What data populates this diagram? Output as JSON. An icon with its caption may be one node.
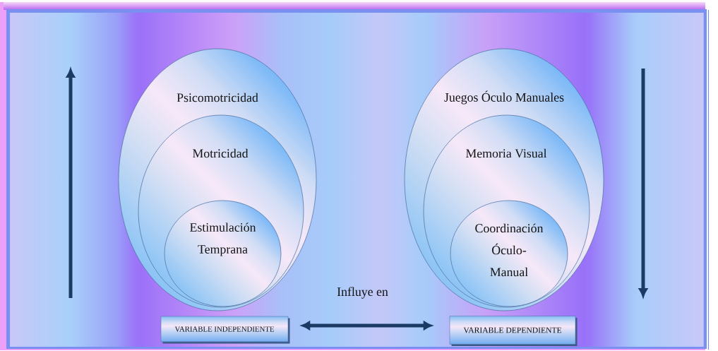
{
  "diagram": {
    "nodes": [
      {
        "text": [
          "Psicomotricidad"
        ]
      },
      {
        "text": [
          "Motricidad"
        ],
        "in": 0
      },
      {
        "text": [
          "Estimulación Temprana"
        ],
        "in": 1
      },
      {
        "text": [
          "Juegos Óculo Manuales"
        ]
      },
      {
        "text": [
          "Memoria Visual"
        ],
        "in": 3
      },
      {
        "text": [
          "Coordinación Óculo- Manual"
        ],
        "in": 4
      },
      {
        "text": [
          "VARIABLE INDEPENDIENTE"
        ]
      },
      {
        "text": [
          "VARIABLE DEPENDIENTE"
        ]
      }
    ],
    "edges": [
      {
        "from": 6,
        "to": 7,
        "arrow": "both",
        "label": "Influye en"
      }
    ]
  }
}
